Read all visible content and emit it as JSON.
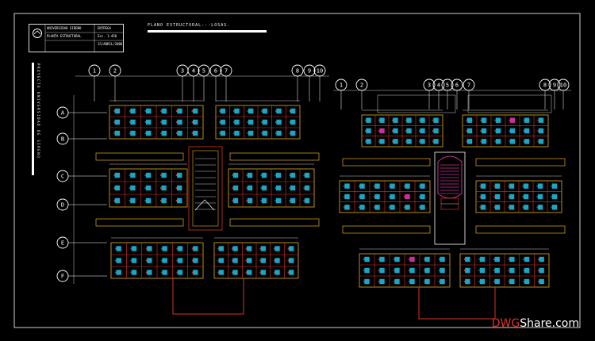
{
  "title_block": {
    "org_line": "UNIVERSIDAD SIRENO",
    "stamp": "ENTREGA",
    "sheet_name": "PLANTA ESTRUCTURAL",
    "scale": "Esc. 1:450",
    "date": "15/ABRIL/2008"
  },
  "plan_title": "PLANO ESTRUCTURAL---LOSAS.",
  "vertical_caption": "PROYECTO UNIVERSIDAD DE SIRENO",
  "left_plan": {
    "column_axes": [
      "1",
      "2",
      "3",
      "4",
      "5",
      "6",
      "7",
      "8",
      "9",
      "10"
    ],
    "row_axes": [
      "A",
      "B",
      "C",
      "D",
      "E",
      "F"
    ]
  },
  "right_plan": {
    "column_axes": [
      "1",
      "2",
      "3",
      "4",
      "5",
      "6",
      "7",
      "8",
      "9",
      "10"
    ]
  },
  "watermark": {
    "part_a": "DWG",
    "part_b": "Share.com"
  },
  "colors": {
    "background": "#000000",
    "beam": "#d8341e",
    "slab_outline": "#e0b020",
    "column_block": "#15a8c8",
    "axis_line": "#ffffff",
    "highlight": "#c8309a"
  }
}
